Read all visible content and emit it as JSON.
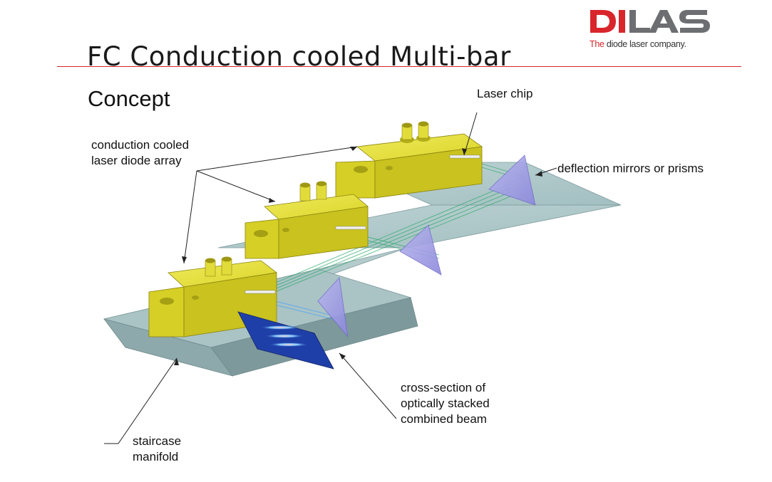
{
  "slide": {
    "title": "FC Conduction cooled Multi-bar",
    "subtitle": "Concept"
  },
  "logo": {
    "wordmark": "DILAS",
    "tagline_the": "The",
    "tagline_rest": " diode laser company.",
    "brand_color": "#d9262b",
    "gray_color": "#6d6e71"
  },
  "annotations": {
    "laser_chip": "Laser chip",
    "array_line1": "conduction cooled",
    "array_line2": "laser diode array",
    "mirrors": "deflection mirrors or prisms",
    "cross_line1": "cross-section of",
    "cross_line2": "optically stacked",
    "cross_line3": "combined beam",
    "manifold_line1": "staircase",
    "manifold_line2": "manifold"
  },
  "colors": {
    "manifold": "#a9c4c6",
    "block": "#e8e23c",
    "prism": "#9a98e0",
    "beam": "#22a864",
    "screen": "#1f3fa8"
  }
}
